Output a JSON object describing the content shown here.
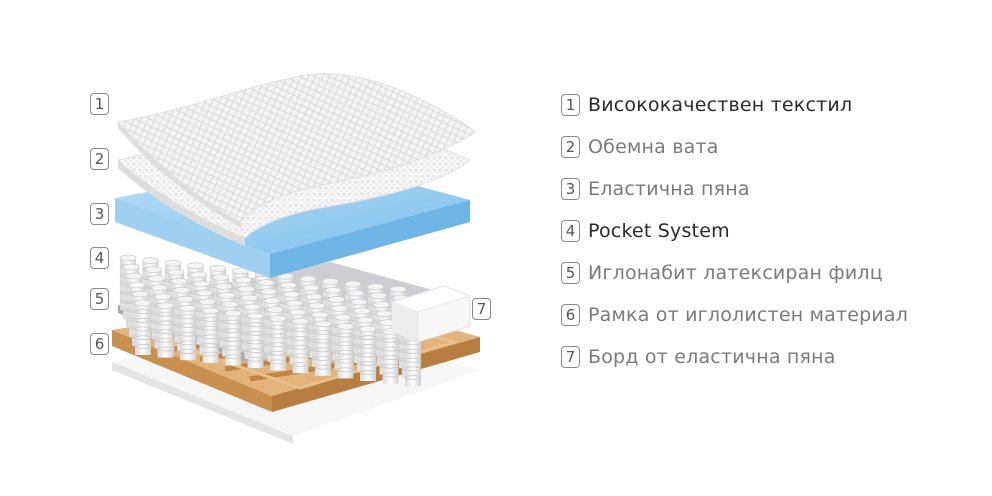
{
  "diagram_labels": [
    "1",
    "2",
    "3",
    "4",
    "5",
    "6",
    "7"
  ],
  "legend": [
    {
      "num": "1",
      "text": "Висококачествен текстил",
      "emphasis": true
    },
    {
      "num": "2",
      "text": "Обемна вата",
      "emphasis": false
    },
    {
      "num": "3",
      "text": "Еластична пяна",
      "emphasis": false
    },
    {
      "num": "4",
      "text": "Pocket System",
      "emphasis": true
    },
    {
      "num": "5",
      "text": "Иглонабит латексиран филц",
      "emphasis": false
    },
    {
      "num": "6",
      "text": "Рамка от иглолистен материал",
      "emphasis": false
    },
    {
      "num": "7",
      "text": "Борд от еластична пяна",
      "emphasis": false
    }
  ],
  "colors": {
    "foam": "#8ec9ef",
    "wood": "#d9a86a",
    "felt": "#bfbfc4",
    "label_border": "#8a8a8a"
  }
}
